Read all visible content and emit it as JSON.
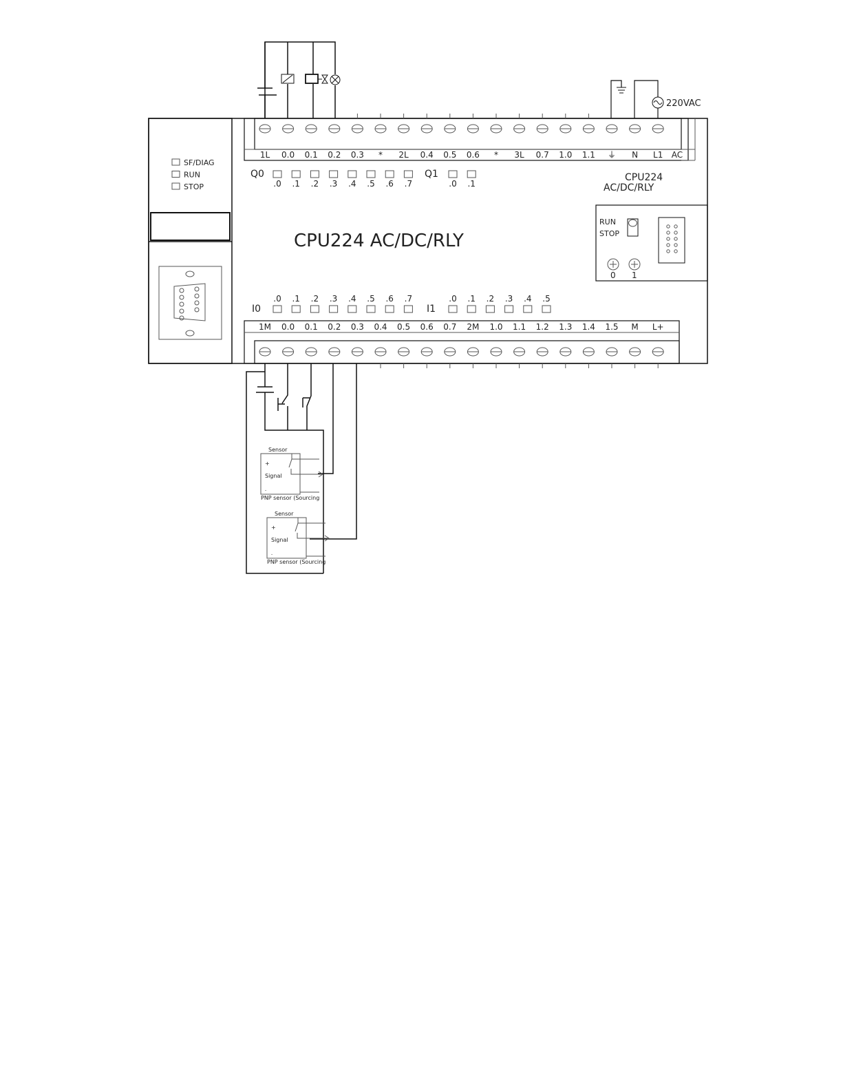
{
  "title": "CPU224  AC/DC/RLY",
  "model_label": {
    "line1": "CPU224",
    "line2": "AC/DC/RLY"
  },
  "status_leds": [
    "SF/DIAG",
    "RUN",
    "STOP"
  ],
  "mode_switch": {
    "run": "RUN",
    "stop": "STOP",
    "pot0": "0",
    "pot1": "1"
  },
  "power_label": "220VAC",
  "output_terminals": [
    "1L",
    "0.0",
    "0.1",
    "0.2",
    "0.3",
    "*",
    "2L",
    "0.4",
    "0.5",
    "0.6",
    "*",
    "3L",
    "0.7",
    "1.0",
    "1.1",
    "⏚",
    "N",
    "L1"
  ],
  "output_terminal_suffix": "AC",
  "input_terminals": [
    "1M",
    "0.0",
    "0.1",
    "0.2",
    "0.3",
    "0.4",
    "0.5",
    "0.6",
    "0.7",
    "2M",
    "1.0",
    "1.1",
    "1.2",
    "1.3",
    "1.4",
    "1.5",
    "M",
    "L+"
  ],
  "output_leds": {
    "group0": "Q0",
    "group1": "Q1",
    "bits0": [
      ".0",
      ".1",
      ".2",
      ".3",
      ".4",
      ".5",
      ".6",
      ".7"
    ],
    "bits1": [
      ".0",
      ".1"
    ]
  },
  "input_leds": {
    "group0": "I0",
    "group1": "I1",
    "bits0": [
      ".0",
      ".1",
      ".2",
      ".3",
      ".4",
      ".5",
      ".6",
      ".7"
    ],
    "bits1": [
      ".0",
      ".1",
      ".2",
      ".3",
      ".4",
      ".5"
    ]
  },
  "sensors": [
    {
      "title": "Sensor",
      "plus": "+",
      "signal": "Signal",
      "minus": "-",
      "caption": "PNP sensor (Sourcing"
    },
    {
      "title": "Sensor",
      "plus": "+",
      "signal": "Signal",
      "minus": "-",
      "caption": "PNP sensor (Sourcing"
    }
  ]
}
